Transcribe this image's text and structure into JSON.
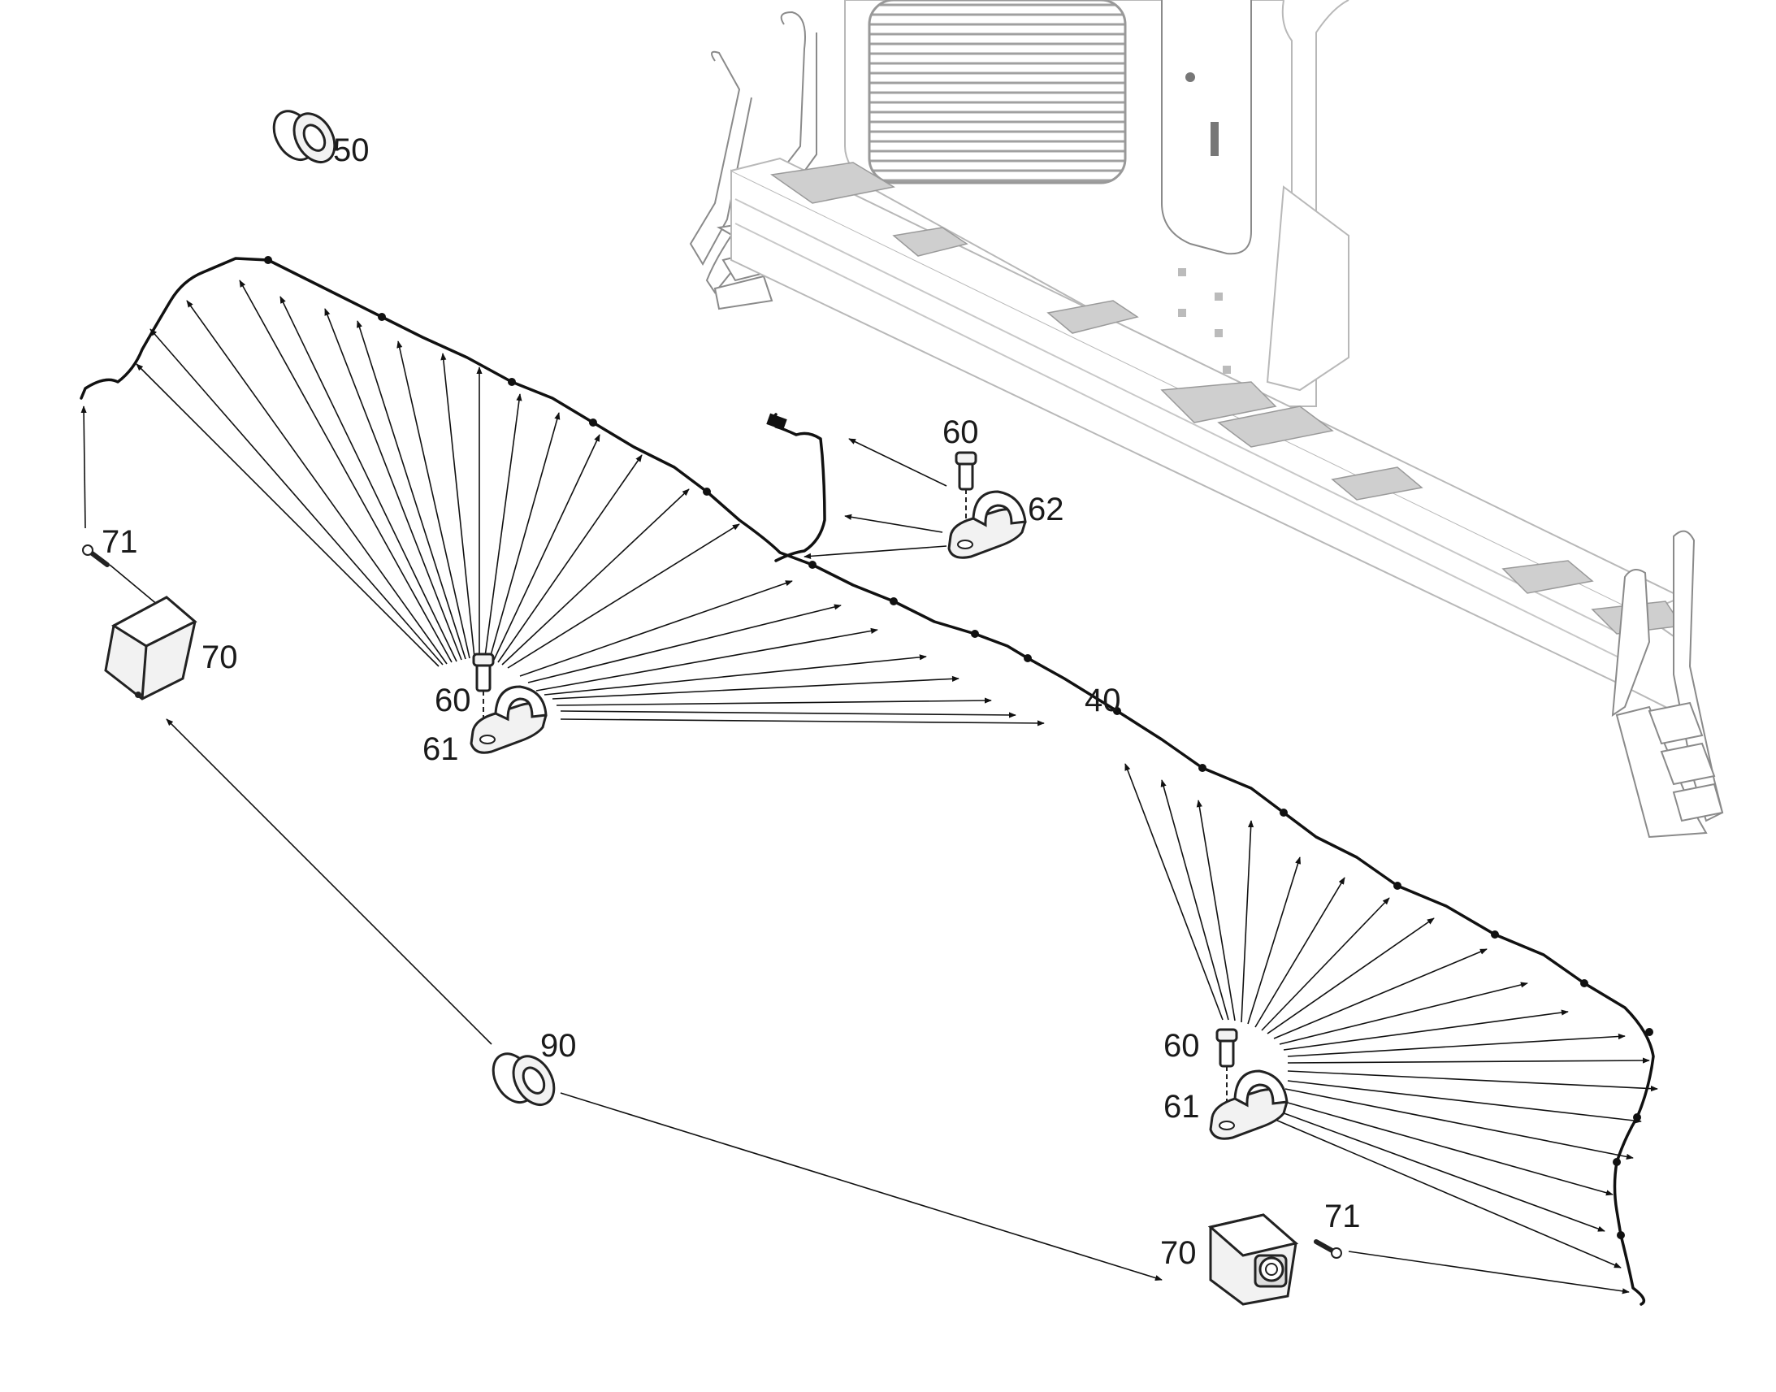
{
  "callouts": {
    "c40": "40",
    "c50": "50",
    "c60_top": "60",
    "c62": "62",
    "c60_left": "60",
    "c61_left": "61",
    "c71_left": "71",
    "c70_left": "70",
    "c90": "90",
    "c60_right": "60",
    "c61_right": "61",
    "c70_right": "70",
    "c71_right": "71"
  },
  "colors": {
    "line": "#111111",
    "machine_outline": "#b8b8b8",
    "background": "#ffffff"
  }
}
